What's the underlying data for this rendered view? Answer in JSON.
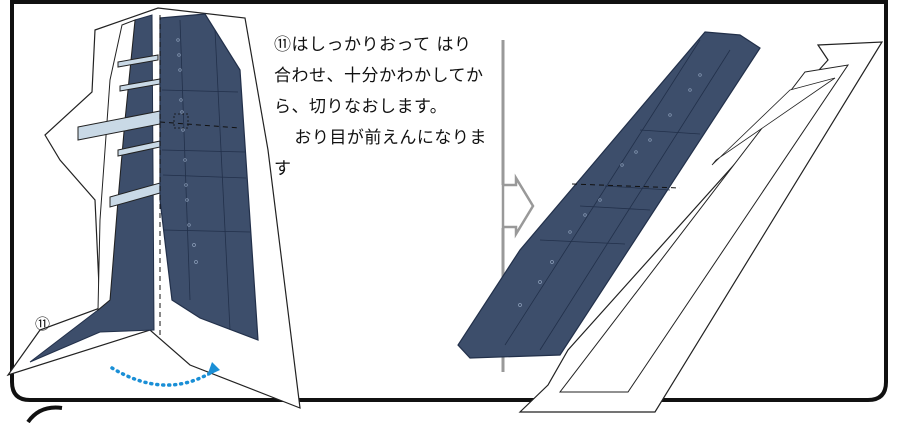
{
  "instructions": {
    "paragraph_1": "⑪はしっかりおって はり合わせ、十分かわかしてから、切りなおします。",
    "paragraph_2": "おり目が前えんになります"
  },
  "step_marker": "⑪",
  "colors": {
    "wing_fill": "#3d4e6b",
    "wing_line": "#22304a",
    "strip_fill": "#c9d9e6",
    "arrow_dots": "#1a8fd6",
    "frame_stroke": "#111111",
    "divider": "#999999"
  },
  "icons": {
    "fold_arrow": "curved-dotted-arrow-icon",
    "next_arrow": "outline-right-arrow-icon"
  }
}
